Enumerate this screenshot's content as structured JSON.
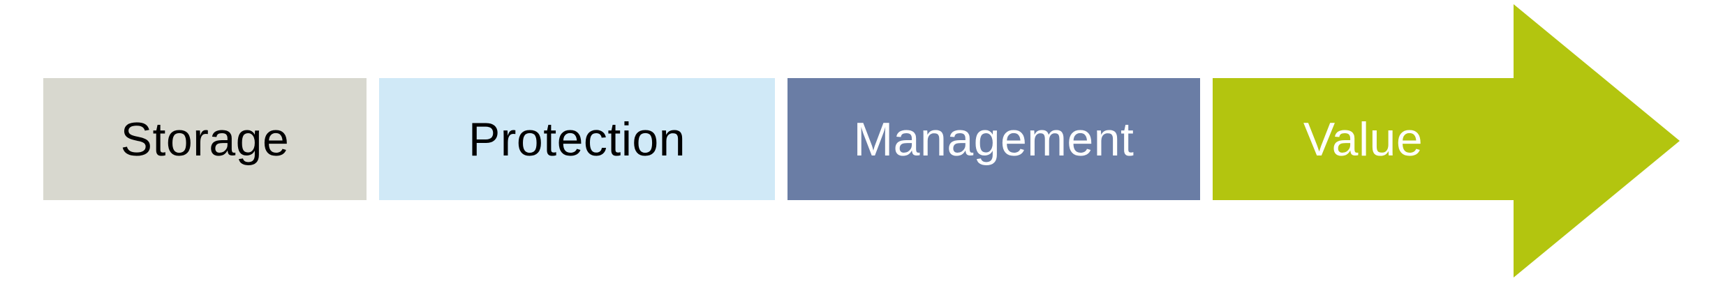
{
  "diagram": {
    "type": "horizontal-process-flow",
    "background_color": "#ffffff",
    "flow_direction": "left-to-right",
    "steps": [
      {
        "label": "Storage",
        "shape": "rectangle",
        "fill": "#d8d8cf",
        "text_color": "#000000"
      },
      {
        "label": "Protection",
        "shape": "rectangle",
        "fill": "#d0e9f7",
        "text_color": "#000000"
      },
      {
        "label": "Management",
        "shape": "rectangle",
        "fill": "#6a7da5",
        "text_color": "#ffffff"
      },
      {
        "label": "Value",
        "shape": "right-arrow",
        "fill": "#b3c50f",
        "text_color": "#ffffff"
      }
    ]
  }
}
